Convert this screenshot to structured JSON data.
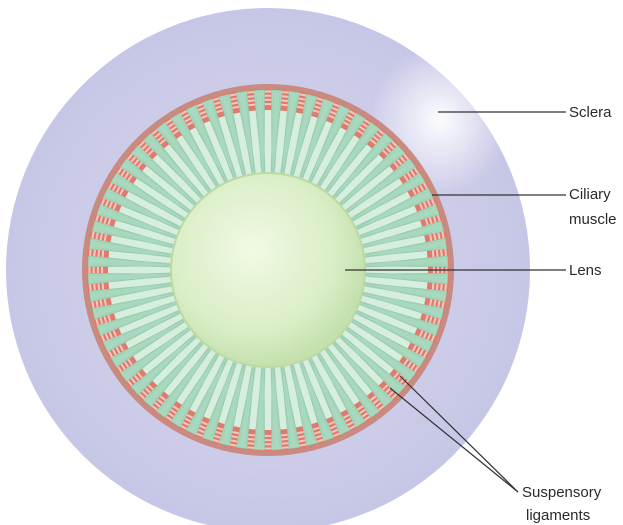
{
  "diagram": {
    "labels": {
      "sclera": "Sclera",
      "ciliary_line1": "Ciliary",
      "ciliary_line2": "muscle",
      "lens": "Lens",
      "suspensory_line1": "Suspensory",
      "suspensory_line2": "ligaments"
    },
    "colors": {
      "sclera": "#d2d2ee",
      "ciliary_muscle": "#d9756a",
      "ciliary_stripe": "#efc8c0",
      "ligament": "#a8d8bd",
      "lens_center": "#eef7dd",
      "lens_edge": "#cfe6b8",
      "leader_line": "#333333"
    }
  }
}
